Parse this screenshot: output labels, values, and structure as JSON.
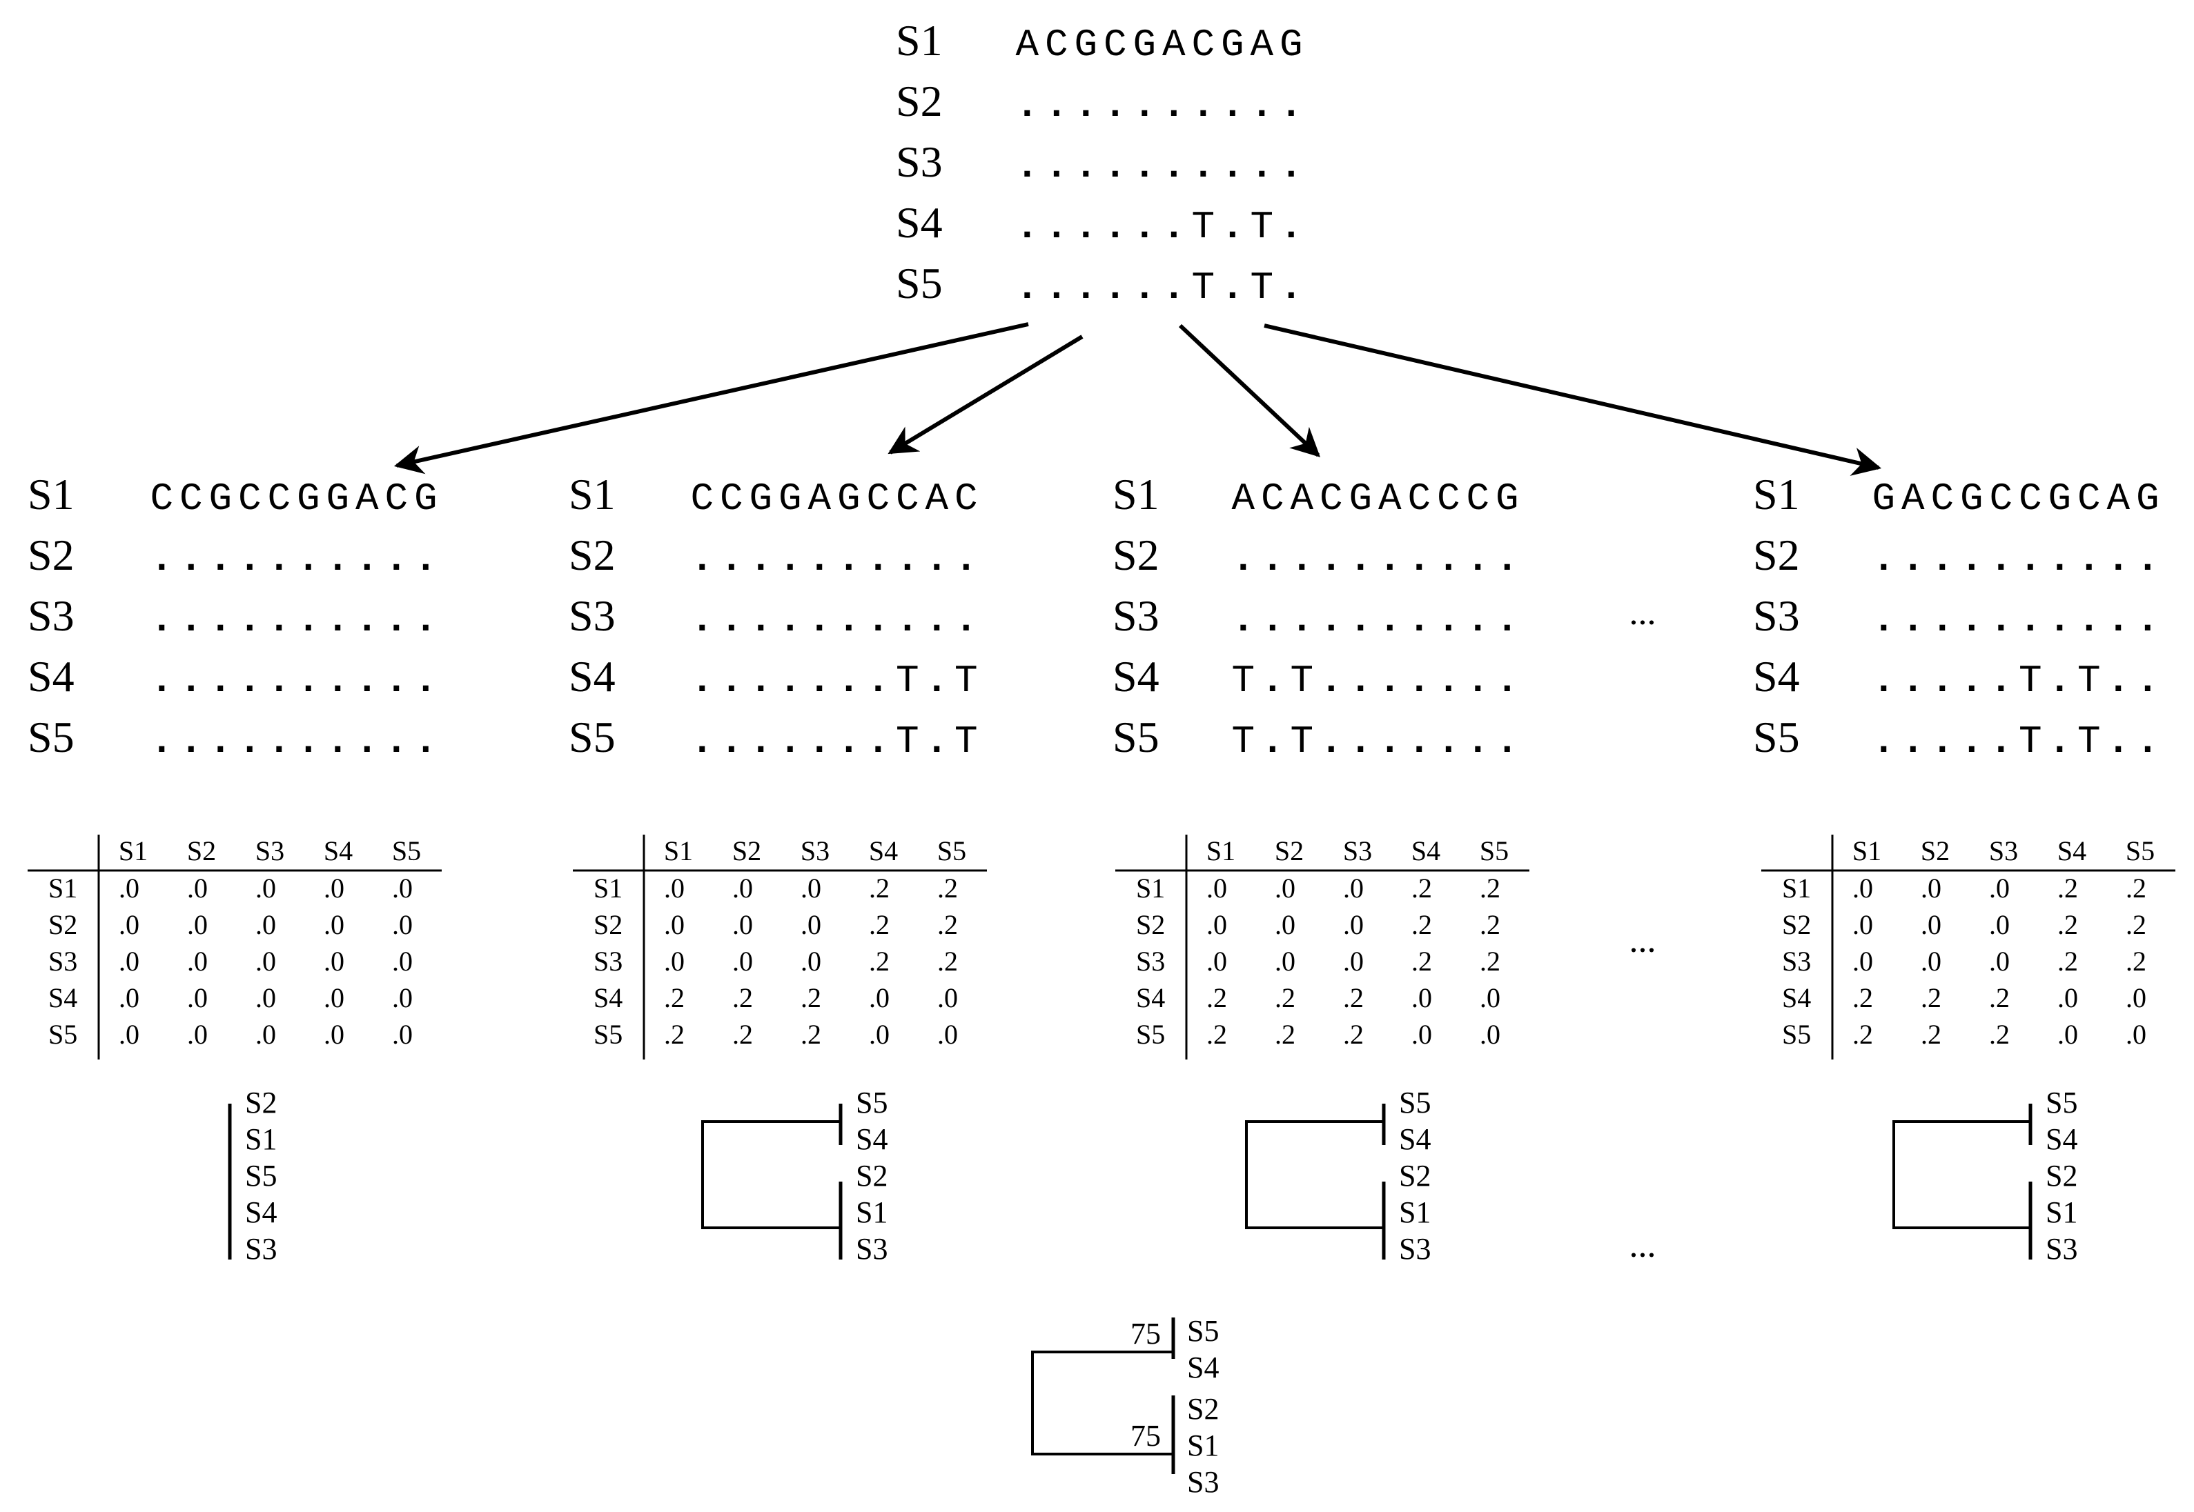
{
  "original": {
    "rows": [
      {
        "label": "S1",
        "seq": "ACGCGACGAG"
      },
      {
        "label": "S2",
        "seq": ".........."
      },
      {
        "label": "S3",
        "seq": ".........."
      },
      {
        "label": "S4",
        "seq": "......T.T."
      },
      {
        "label": "S5",
        "seq": "......T.T."
      }
    ]
  },
  "replicates": [
    {
      "rows": [
        {
          "label": "S1",
          "seq": "CCGCCGGACG"
        },
        {
          "label": "S2",
          "seq": ".........."
        },
        {
          "label": "S3",
          "seq": ".........."
        },
        {
          "label": "S4",
          "seq": ".........."
        },
        {
          "label": "S5",
          "seq": ".........."
        }
      ],
      "matrix": {
        "headers": [
          "S1",
          "S2",
          "S3",
          "S4",
          "S5"
        ],
        "rows": [
          {
            "label": "S1",
            "values": [
              ".0",
              ".0",
              ".0",
              ".0",
              ".0"
            ]
          },
          {
            "label": "S2",
            "values": [
              ".0",
              ".0",
              ".0",
              ".0",
              ".0"
            ]
          },
          {
            "label": "S3",
            "values": [
              ".0",
              ".0",
              ".0",
              ".0",
              ".0"
            ]
          },
          {
            "label": "S4",
            "values": [
              ".0",
              ".0",
              ".0",
              ".0",
              ".0"
            ]
          },
          {
            "label": "S5",
            "values": [
              ".0",
              ".0",
              ".0",
              ".0",
              ".0"
            ]
          }
        ]
      },
      "tree": {
        "type": "star",
        "leaves": [
          "S2",
          "S1",
          "S5",
          "S4",
          "S3"
        ]
      }
    },
    {
      "rows": [
        {
          "label": "S1",
          "seq": "CCGGAGCCAC"
        },
        {
          "label": "S2",
          "seq": ".........."
        },
        {
          "label": "S3",
          "seq": ".........."
        },
        {
          "label": "S4",
          "seq": ".......T.T"
        },
        {
          "label": "S5",
          "seq": ".......T.T"
        }
      ],
      "matrix": {
        "headers": [
          "S1",
          "S2",
          "S3",
          "S4",
          "S5"
        ],
        "rows": [
          {
            "label": "S1",
            "values": [
              ".0",
              ".0",
              ".0",
              ".2",
              ".2"
            ]
          },
          {
            "label": "S2",
            "values": [
              ".0",
              ".0",
              ".0",
              ".2",
              ".2"
            ]
          },
          {
            "label": "S3",
            "values": [
              ".0",
              ".0",
              ".0",
              ".2",
              ".2"
            ]
          },
          {
            "label": "S4",
            "values": [
              ".2",
              ".2",
              ".2",
              ".0",
              ".0"
            ]
          },
          {
            "label": "S5",
            "values": [
              ".2",
              ".2",
              ".2",
              ".0",
              ".0"
            ]
          }
        ]
      },
      "tree": {
        "type": "two-clade",
        "clade_a": [
          "S5",
          "S4"
        ],
        "clade_b": [
          "S2",
          "S1",
          "S3"
        ]
      }
    },
    {
      "rows": [
        {
          "label": "S1",
          "seq": "ACACGACCCG"
        },
        {
          "label": "S2",
          "seq": ".........."
        },
        {
          "label": "S3",
          "seq": ".........."
        },
        {
          "label": "S4",
          "seq": "T.T......."
        },
        {
          "label": "S5",
          "seq": "T.T......."
        }
      ],
      "matrix": {
        "headers": [
          "S1",
          "S2",
          "S3",
          "S4",
          "S5"
        ],
        "rows": [
          {
            "label": "S1",
            "values": [
              ".0",
              ".0",
              ".0",
              ".2",
              ".2"
            ]
          },
          {
            "label": "S2",
            "values": [
              ".0",
              ".0",
              ".0",
              ".2",
              ".2"
            ]
          },
          {
            "label": "S3",
            "values": [
              ".0",
              ".0",
              ".0",
              ".2",
              ".2"
            ]
          },
          {
            "label": "S4",
            "values": [
              ".2",
              ".2",
              ".2",
              ".0",
              ".0"
            ]
          },
          {
            "label": "S5",
            "values": [
              ".2",
              ".2",
              ".2",
              ".0",
              ".0"
            ]
          }
        ]
      },
      "tree": {
        "type": "two-clade",
        "clade_a": [
          "S5",
          "S4"
        ],
        "clade_b": [
          "S2",
          "S1",
          "S3"
        ]
      }
    },
    {
      "rows": [
        {
          "label": "S1",
          "seq": "GACGCCGCAG"
        },
        {
          "label": "S2",
          "seq": ".........."
        },
        {
          "label": "S3",
          "seq": ".........."
        },
        {
          "label": "S4",
          "seq": ".....T.T.."
        },
        {
          "label": "S5",
          "seq": ".....T.T.."
        }
      ],
      "matrix": {
        "headers": [
          "S1",
          "S2",
          "S3",
          "S4",
          "S5"
        ],
        "rows": [
          {
            "label": "S1",
            "values": [
              ".0",
              ".0",
              ".0",
              ".2",
              ".2"
            ]
          },
          {
            "label": "S2",
            "values": [
              ".0",
              ".0",
              ".0",
              ".2",
              ".2"
            ]
          },
          {
            "label": "S3",
            "values": [
              ".0",
              ".0",
              ".0",
              ".2",
              ".2"
            ]
          },
          {
            "label": "S4",
            "values": [
              ".2",
              ".2",
              ".2",
              ".0",
              ".0"
            ]
          },
          {
            "label": "S5",
            "values": [
              ".2",
              ".2",
              ".2",
              ".0",
              ".0"
            ]
          }
        ]
      },
      "tree": {
        "type": "two-clade",
        "clade_a": [
          "S5",
          "S4"
        ],
        "clade_b": [
          "S2",
          "S1",
          "S3"
        ]
      }
    }
  ],
  "ellipsis": "...",
  "consensus": {
    "clade_a": [
      "S5",
      "S4"
    ],
    "clade_b": [
      "S2",
      "S1",
      "S3"
    ],
    "support_a": "75",
    "support_b": "75"
  }
}
